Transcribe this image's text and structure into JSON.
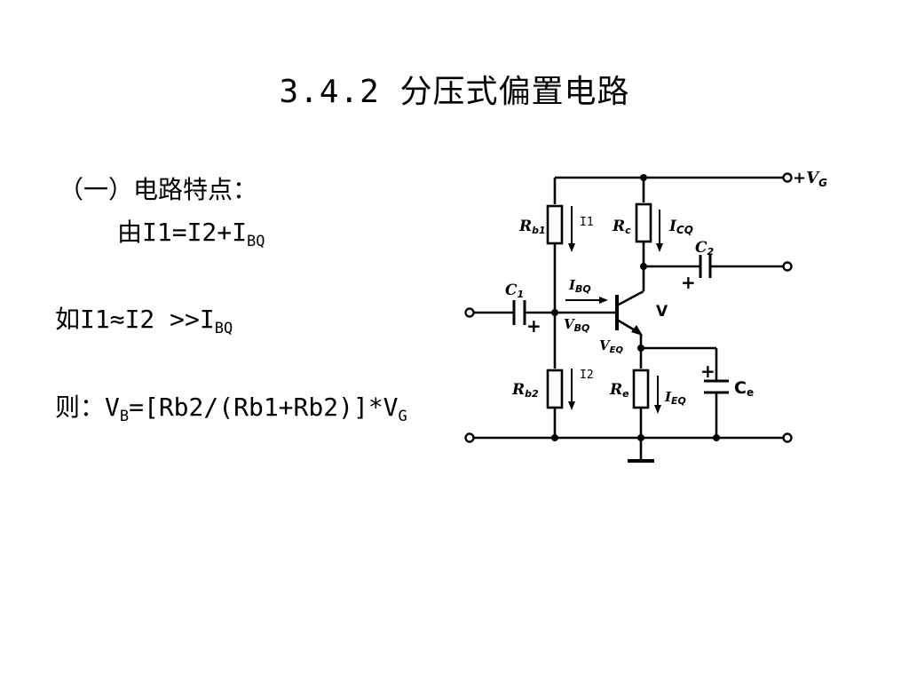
{
  "title": "3.4.2 分压式偏置电路",
  "content": {
    "heading": "（一）电路特点：",
    "eq1": {
      "main": "由I1=I2+I",
      "sub": "BQ"
    },
    "eq2": {
      "main": "如I1≈I2 >>I",
      "sub": "BQ"
    },
    "eq3": {
      "pre": "则：V",
      "sub1": "B",
      "mid": "=[Rb2/(Rb1+Rb2)]*V",
      "sub2": "G"
    }
  },
  "circuit": {
    "supply": {
      "main": "+V",
      "sub": "G"
    },
    "rb1": {
      "main": "R",
      "sub": "b1"
    },
    "rb2": {
      "main": "R",
      "sub": "b2"
    },
    "rc": {
      "main": "R",
      "sub": "c"
    },
    "re": {
      "main": "R",
      "sub": "e"
    },
    "c1": {
      "main": "C",
      "sub": "1"
    },
    "c2": {
      "main": "C",
      "sub": "2"
    },
    "ce": "C",
    "ce_sub": "e",
    "transistor": "V",
    "i1": "I1",
    "i2": "I2",
    "icq": {
      "main": "I",
      "sub": "CQ"
    },
    "ibq": {
      "main": "I",
      "sub": "BQ"
    },
    "ieq": {
      "main": "I",
      "sub": "EQ"
    },
    "vbq": {
      "main": "V",
      "sub": "BQ"
    },
    "veq": {
      "main": "V",
      "sub": "EQ"
    },
    "plus": "+"
  }
}
